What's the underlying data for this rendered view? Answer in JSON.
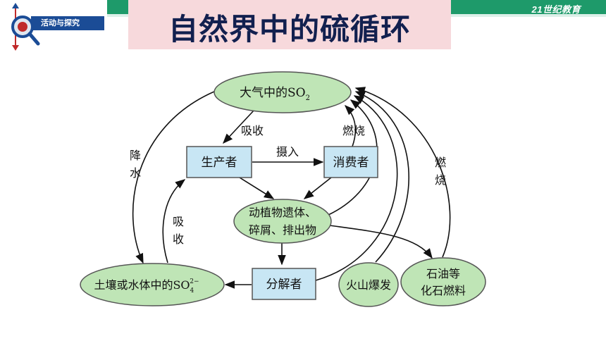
{
  "header": {
    "section_tag": "活动与探究",
    "brand": "21世纪教育",
    "title": "自然界中的硫循环"
  },
  "diagram": {
    "nodes": {
      "atmosphere": {
        "label": "大气中的SO",
        "sub": "2"
      },
      "producer": {
        "label": "生产者"
      },
      "consumer": {
        "label": "消费者"
      },
      "remains_line1": "动植物遗体、",
      "remains_line2": "碎屑、排出物",
      "soil": {
        "label": "土壤或水体中的SO",
        "sup": "2−",
        "sub": "4"
      },
      "decomposer": {
        "label": "分解者"
      },
      "volcano": {
        "label": "火山爆发"
      },
      "fossil_line1": "石油等",
      "fossil_line2": "化石燃料"
    },
    "edge_labels": {
      "absorb_top": "吸收",
      "ingest": "摄入",
      "burn_top": "燃烧",
      "precip_1": "降",
      "precip_2": "水",
      "absorb_left_1": "吸",
      "absorb_left_2": "收",
      "burn_right_1": "燃",
      "burn_right_2": "烧"
    }
  },
  "colors": {
    "ellipse_fill": "#bfe5b6",
    "box_fill": "#c8e6f4",
    "title_bg": "#f7d9dc",
    "title_text": "#12204f",
    "band": "#1e9a6a"
  }
}
